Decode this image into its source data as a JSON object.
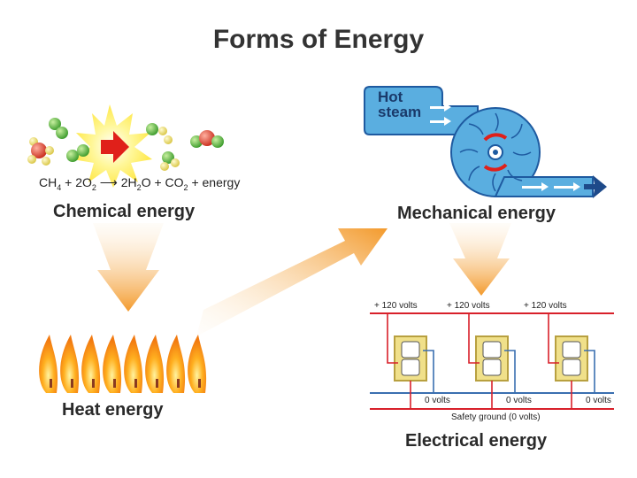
{
  "title": "Forms of Energy",
  "labels": {
    "chemical": "Chemical energy",
    "mechanical": "Mechanical energy",
    "heat": "Heat energy",
    "electrical": "Electrical energy"
  },
  "equation": {
    "ch": "CH",
    "sub4": "4",
    "plus1": " + 2O",
    "sub2a": "2",
    "arrow": " ⟶ ",
    "h": "2H",
    "sub2b": "2",
    "o": "O + CO",
    "sub2c": "2",
    "tail": " + energy"
  },
  "steam": {
    "line1": "Hot",
    "line2": "steam"
  },
  "electrical": {
    "volts_top": [
      "+ 120 volts",
      "+ 120 volts",
      "+ 120 volts"
    ],
    "volts_zero": [
      "0 volts",
      "0 volts",
      "0 volts"
    ],
    "ground": "Safety ground (0 volts)"
  },
  "colors": {
    "arrow_orange": "#f3a23c",
    "turbine_blue": "#5aaee0",
    "turbine_dark": "#1e5aa0",
    "hot_wire": "#d8202a",
    "neutral_wire": "#3a6fb0",
    "outlet_yellow": "#f0e08a"
  }
}
